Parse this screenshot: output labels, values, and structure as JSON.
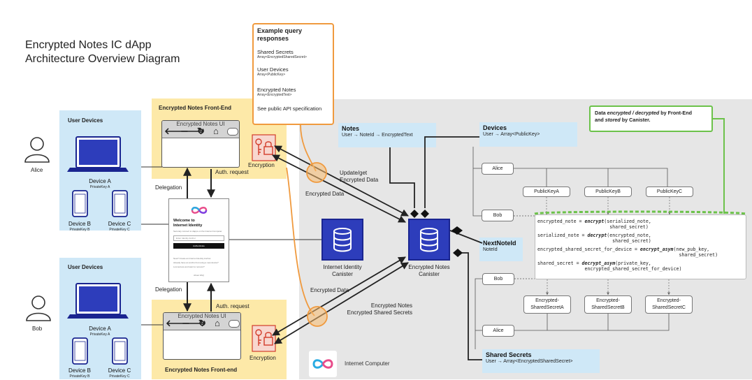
{
  "diagram": {
    "title_line1": "Encrypted Notes IC dApp",
    "title_line2": "Architecture Overview Diagram"
  },
  "user_devices_top": {
    "title": "User Devices",
    "device_a": "Device A",
    "device_a_key": "PrivateKey A",
    "device_b": "Device B",
    "device_b_key": "PrivateKey B",
    "device_c": "Device C",
    "device_c_key": "PrivateKey C"
  },
  "user_devices_bottom": {
    "title": "User Devices",
    "device_a": "Device A",
    "device_a_key": "PrivateKey A",
    "device_b": "Device B",
    "device_b_key": "PrivateKey B",
    "device_c": "Device C",
    "device_c_key": "PrivateKey C"
  },
  "users": {
    "alice": "Alice",
    "bob": "Bob"
  },
  "frontend_top": {
    "title": "Encrypted Notes Front-End",
    "ui_title": "Encrypted Notes UI",
    "encryption": "Encryption"
  },
  "frontend_bottom": {
    "title": "Encrypted Notes Front-end",
    "ui_title": "Encrypted Notes UI",
    "encryption": "Encryption"
  },
  "labels": {
    "delegation_top": "Delegation",
    "delegation_bottom": "Delegation",
    "auth_top": "Auth. request",
    "auth_bottom": "Auth. request",
    "update_get": "Update/get\nEncrypted Data",
    "encrypted_data_top": "Encrypted Data",
    "encrypted_data_bottom": "Encrypted Data",
    "enc_notes_secrets": "Encrypted Notes\nEncrypted Shared Secrets"
  },
  "internet_identity": {
    "welcome": "Welcome to\nInternet Identity",
    "subtitle": "Securely connect to dapps on the Internet Computer",
    "input_placeholder": "Enter Identity Anchor",
    "button": "Authenticate",
    "small1": "New? Create an Internet Identity Anchor.",
    "small2": "Already have an anchor but using a new device?",
    "small3": "Lost access and want to recover?",
    "footer": "About  FAQ",
    "canister_label": "Internet Identity\nCanister"
  },
  "encrypted_notes_canister": {
    "label": "Encrypted Notes\nCanister"
  },
  "example_box": {
    "title": "Example query\nresponses",
    "items": [
      {
        "name": "Shared Secrets",
        "type": "Array<EncryptedSharedSecret>"
      },
      {
        "name": "User Devices",
        "type": "Array<PublicKey>"
      },
      {
        "name": "Encrypted Notes",
        "type": "Array<EncryptedText>"
      }
    ],
    "footer": "See public API specification"
  },
  "notes_store": {
    "title": "Notes",
    "desc": "User → NoteId → EncryptedText"
  },
  "devices_store": {
    "title": "Devices",
    "desc": "User → Array<PublicKey>"
  },
  "next_note_id": {
    "title": "NextNoteId",
    "desc": "NoteId"
  },
  "shared_secrets_store": {
    "title": "Shared Secrets",
    "desc": "User → Array<EncryptedSharedSecret>"
  },
  "public_keys": [
    "PublicKeyA",
    "PublicKeyB",
    "PublicKeyC"
  ],
  "encrypted_secrets": [
    "Encrypted-\nSharedSecretA",
    "Encrypted-\nSharedSecretB",
    "Encrypted-\nSharedSecretC"
  ],
  "user_pills": {
    "alice_top": "Alice",
    "bob_top": "Bob",
    "bob_bottom": "Bob",
    "alice_bottom": "Alice"
  },
  "green_note": {
    "part1": "Data ",
    "part2": "encrypted / decrypted",
    "part3": " by Front-End\nand ",
    "part4": "stored",
    "part5": " by Canister."
  },
  "code_lines": [
    "encrypted_note = encrypt(serialized_note,\n                          shared_secret)",
    "serialized_note = decrypt(encrypted_note,\n                           shared_secret)",
    "encrypted_shared_secret_for_device = encrypt_asym(new_pub_key,\n                                                   shared_secret)",
    "shared_secret = decrypt_asym(private_key,\n                 encrypted_shared_secret_for_device)"
  ],
  "ic_footer": "Internet Computer",
  "colors": {
    "user_devices_bg": "#cfe8f7",
    "frontend_bg": "#fde9a8",
    "ic_region": "#e6e6e6",
    "canister_blue": "#2d3dbb",
    "orange": "#f09a3e",
    "green": "#6cc24a",
    "encryption_red": "#d23c2a"
  }
}
